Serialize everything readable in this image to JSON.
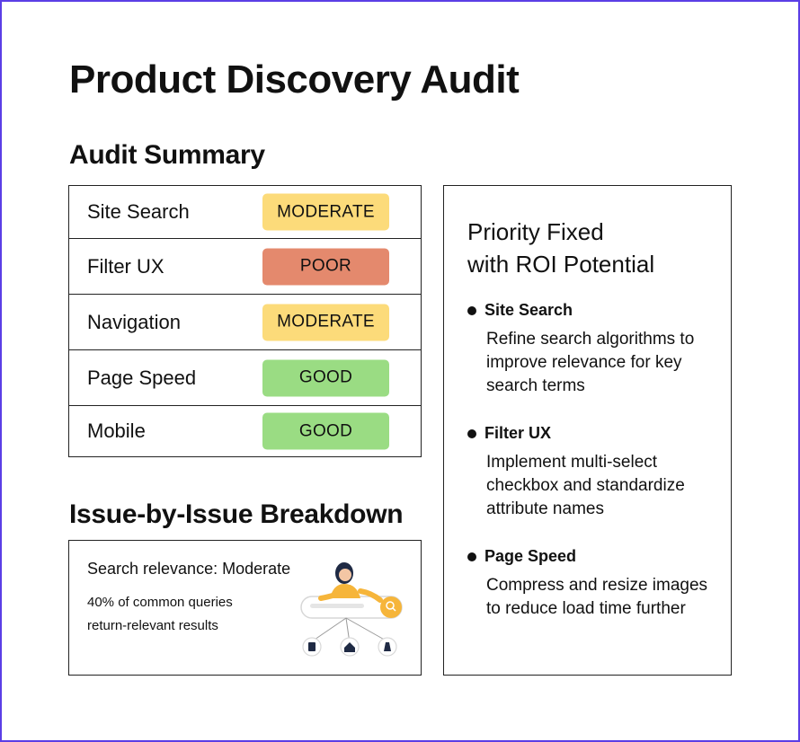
{
  "page": {
    "title": "Product Discovery Audit",
    "frame_color": "#5b3ee6"
  },
  "summary": {
    "title": "Audit Summary",
    "rows": [
      {
        "label": "Site Search",
        "rating": "MODERATE",
        "color": "#fcdb7a"
      },
      {
        "label": "Filter UX",
        "rating": "POOR",
        "color": "#e4896d"
      },
      {
        "label": "Navigation",
        "rating": "MODERATE",
        "color": "#fcdb7a"
      },
      {
        "label": "Page Speed",
        "rating": "GOOD",
        "color": "#9adc83"
      },
      {
        "label": "Mobile",
        "rating": "GOOD",
        "color": "#9adc83"
      }
    ]
  },
  "breakdown": {
    "title": "Issue-by-Issue Breakdown",
    "heading": "Search relevance: Moderate",
    "lines": [
      "40% of common queries",
      "return-relevant results"
    ],
    "illustration_icon": "person-on-search-bar-icon"
  },
  "priority": {
    "title_lines": [
      "Priority Fixed",
      "with ROI Potential"
    ],
    "items": [
      {
        "heading": "Site Search",
        "body": "Refine search algorithms to improve relevance for key search terms"
      },
      {
        "heading": "Filter UX",
        "body": "Implement multi-select checkbox and standardize attribute names"
      },
      {
        "heading": "Page Speed",
        "body": "Compress and resize images to reduce load time further"
      }
    ]
  }
}
